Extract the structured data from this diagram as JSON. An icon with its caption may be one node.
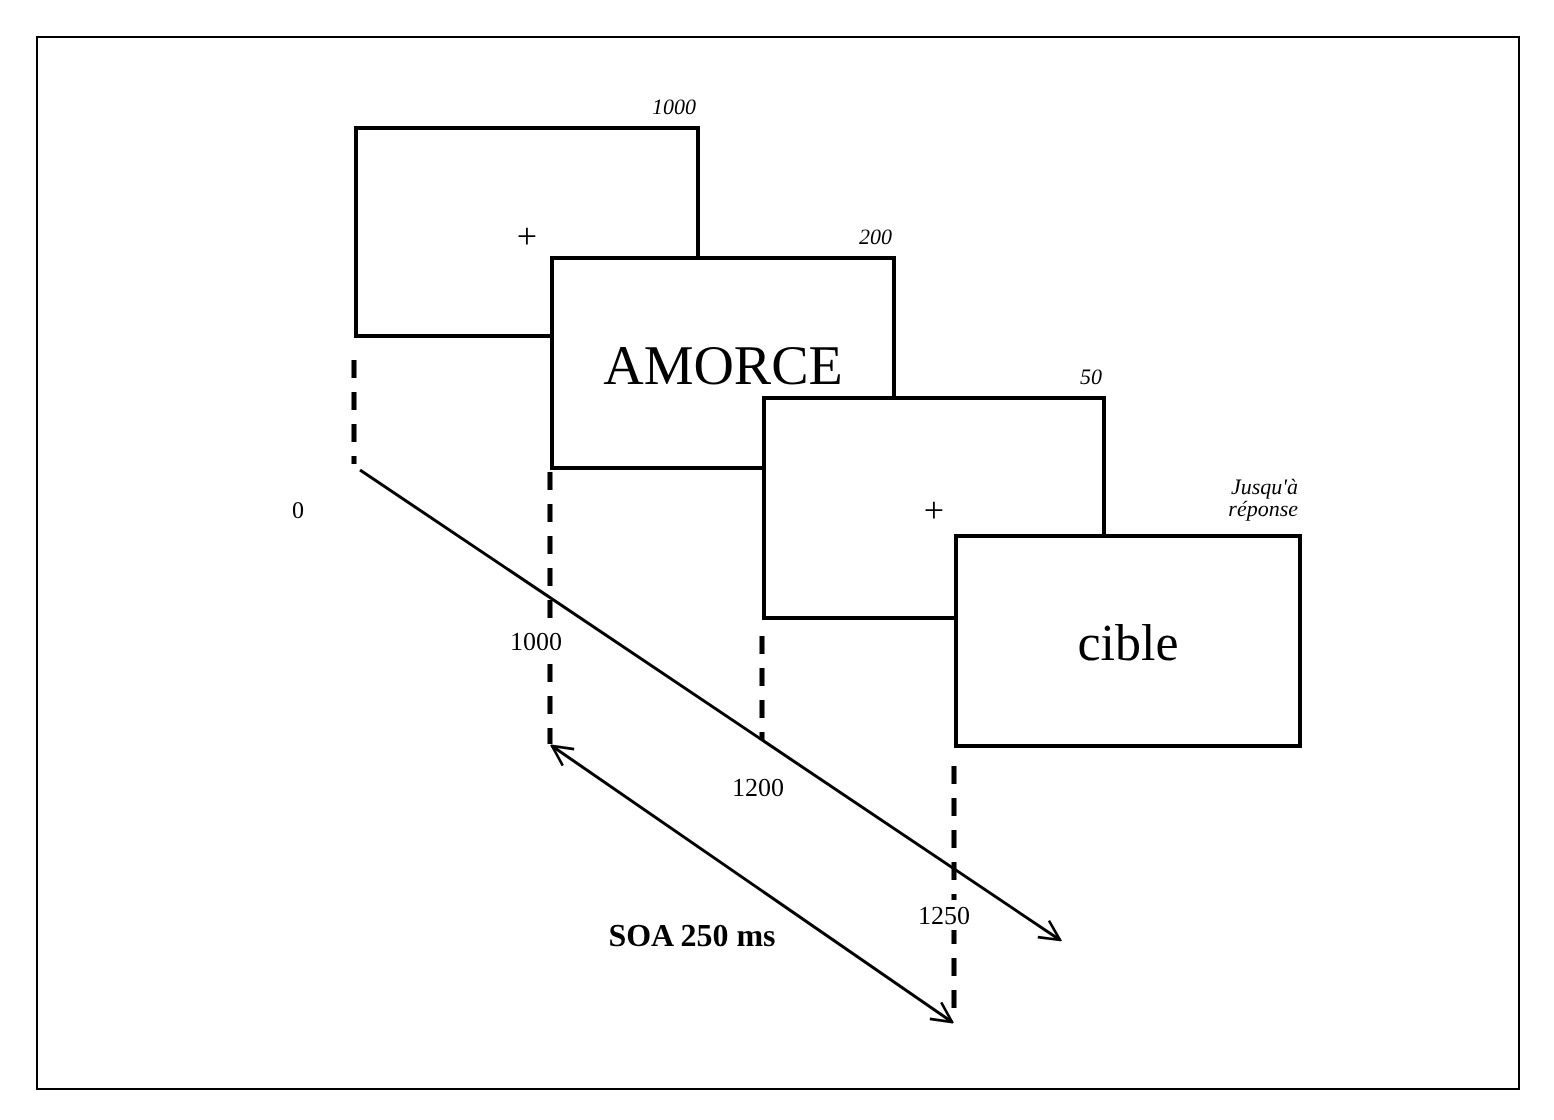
{
  "diagram": {
    "nodes": [
      {
        "text": [
          "+"
        ],
        "beside": [
          "1000"
        ]
      },
      {
        "text": [
          "AMORCE"
        ],
        "beside": [
          "200"
        ]
      },
      {
        "text": [
          "+"
        ],
        "beside": [
          "50"
        ]
      },
      {
        "text": [
          "cible"
        ],
        "beside": [
          "Jusqu'à réponse"
        ]
      }
    ],
    "labels": [
      "0",
      "1000",
      "1200",
      "1250",
      "SOA 250 ms"
    ]
  }
}
